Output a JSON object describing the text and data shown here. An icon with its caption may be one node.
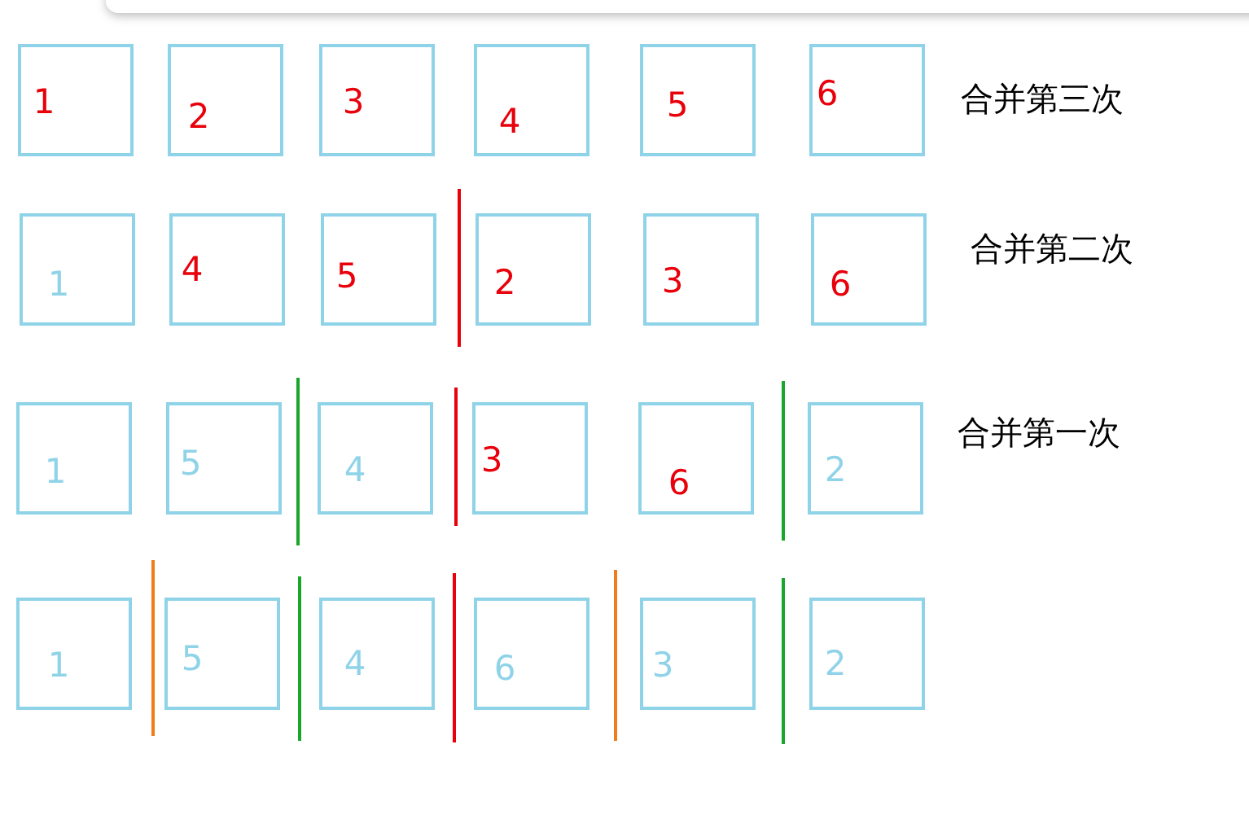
{
  "diagram": {
    "nodes": [
      {
        "text": [
          "1"
        ]
      },
      {
        "text": [
          "2"
        ]
      },
      {
        "text": [
          "3"
        ]
      },
      {
        "text": [
          "4"
        ]
      },
      {
        "text": [
          "5"
        ]
      },
      {
        "text": [
          "6"
        ]
      },
      {
        "text": [
          "1"
        ]
      },
      {
        "text": [
          "4"
        ]
      },
      {
        "text": [
          "5"
        ]
      },
      {
        "text": [
          "2"
        ]
      },
      {
        "text": [
          "3"
        ]
      },
      {
        "text": [
          "6"
        ]
      },
      {
        "text": [
          "1"
        ]
      },
      {
        "text": [
          "5"
        ]
      },
      {
        "text": [
          "4"
        ]
      },
      {
        "text": [
          "3"
        ]
      },
      {
        "text": [
          "6"
        ]
      },
      {
        "text": [
          "2"
        ]
      },
      {
        "text": [
          "1"
        ]
      },
      {
        "text": [
          "5"
        ]
      },
      {
        "text": [
          "4"
        ]
      },
      {
        "text": [
          "6"
        ]
      },
      {
        "text": [
          "3"
        ]
      },
      {
        "text": [
          "2"
        ]
      }
    ],
    "labels": [
      "合并第三次",
      "合并第二次",
      "合并第一次"
    ]
  }
}
